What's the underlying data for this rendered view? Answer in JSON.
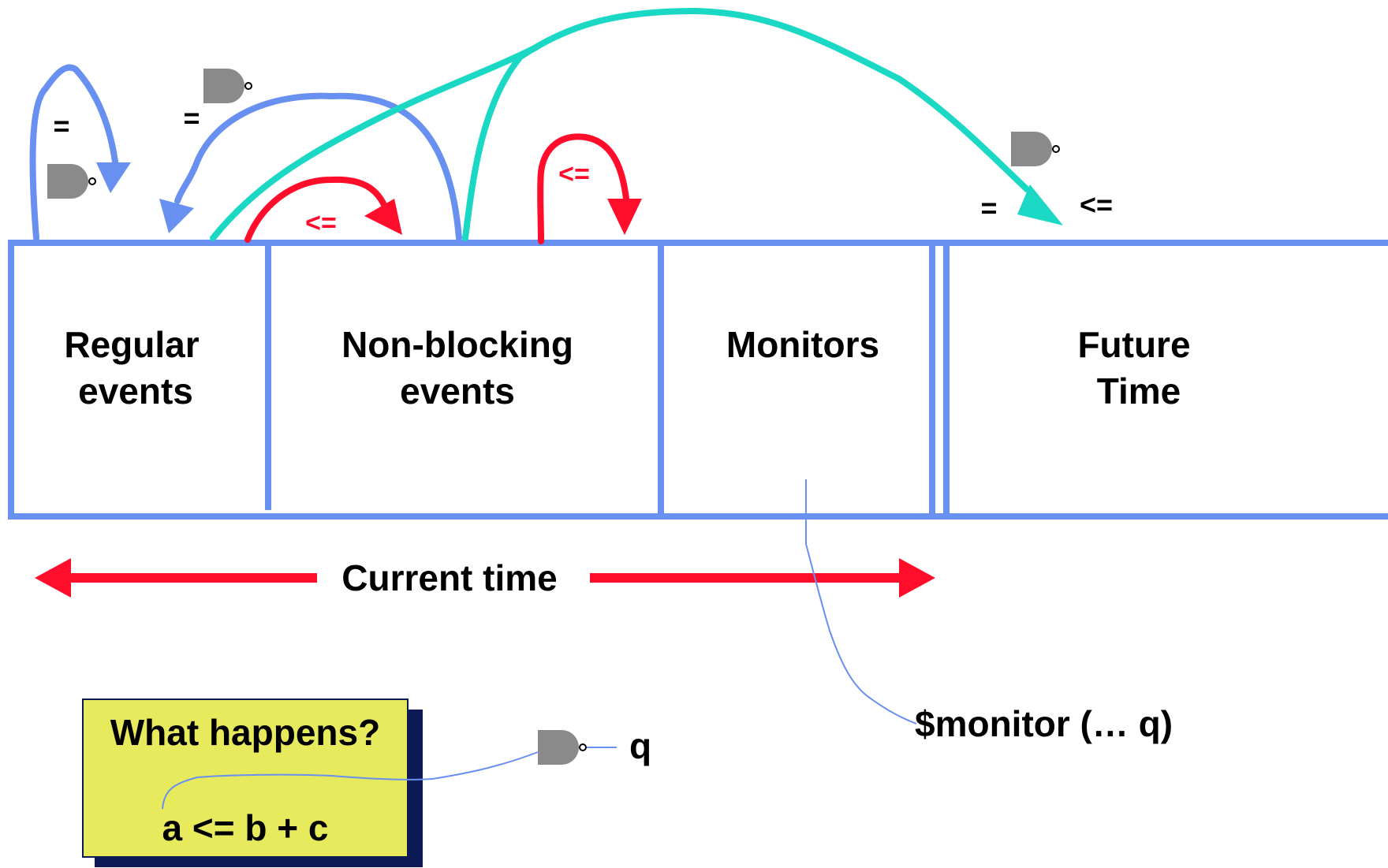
{
  "colors": {
    "event_queue": "#6890f0",
    "blocking_arrow": "#6890f0",
    "nonblocking_arrow": "#ff0d2b",
    "future_arrow": "#1ad8c4",
    "gate": "#8a8a8a",
    "callout_fill": "#e8ea5e",
    "callout_shadow": "#0d1a55",
    "monitor_line": "#6890f0"
  },
  "regions": {
    "regular": {
      "line1": "Regular",
      "line2": "events"
    },
    "nonblocking": {
      "line1": "Non-blocking",
      "line2": "events"
    },
    "monitors": {
      "line1": "Monitors"
    },
    "future": {
      "line1": "Future",
      "line2": "Time"
    }
  },
  "symbols": {
    "blocking_assign": "=",
    "nonblocking_assign": "<="
  },
  "timeline": {
    "label": "Current time"
  },
  "monitor": {
    "label": "$monitor (… q)"
  },
  "callout": {
    "question": "What happens?",
    "statement": "a <= b + c"
  },
  "gate_output": {
    "label": "q"
  },
  "icons": [
    "nand-gate-icon",
    "arrow-icon"
  ]
}
